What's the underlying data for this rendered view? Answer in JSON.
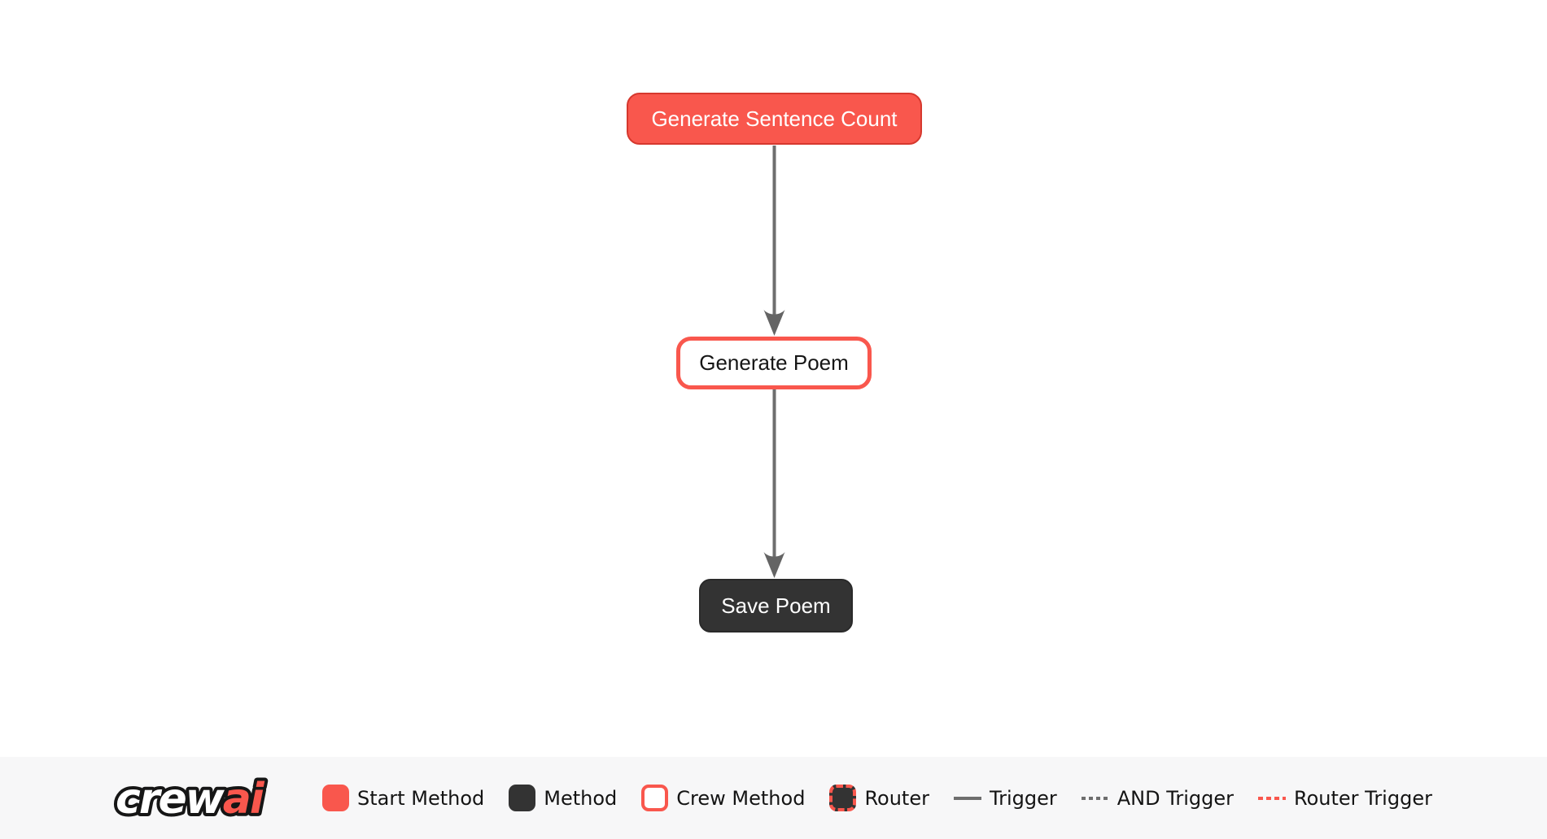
{
  "flow": {
    "nodes": [
      {
        "label": "Generate Sentence Count",
        "type": "start-method"
      },
      {
        "label": "Generate Poem",
        "type": "crew-method"
      },
      {
        "label": "Save Poem",
        "type": "method"
      }
    ],
    "edges": [
      {
        "from": "Generate Sentence Count",
        "to": "Generate Poem",
        "type": "trigger"
      },
      {
        "from": "Generate Poem",
        "to": "Save Poem",
        "type": "trigger"
      }
    ]
  },
  "legend": {
    "logo": {
      "crew": "crew",
      "ai": "ai"
    },
    "items": [
      {
        "label": "Start Method",
        "swatch": "start-method"
      },
      {
        "label": "Method",
        "swatch": "method"
      },
      {
        "label": "Crew Method",
        "swatch": "crew-method"
      },
      {
        "label": "Router",
        "swatch": "router"
      },
      {
        "label": "Trigger",
        "swatch": "trigger-line"
      },
      {
        "label": "AND Trigger",
        "swatch": "and-trigger-line"
      },
      {
        "label": "Router Trigger",
        "swatch": "router-trigger-line"
      }
    ]
  },
  "colors": {
    "start_method_fill": "#f9574d",
    "start_method_border": "#d6382e",
    "method_fill": "#333333",
    "crew_method_border": "#f9574d",
    "router_border": "#f9574d",
    "trigger_line": "#6e6e6e",
    "router_trigger_line": "#f9574d",
    "legend_background": "#f7f7f8",
    "canvas_background": "#ffffff"
  }
}
